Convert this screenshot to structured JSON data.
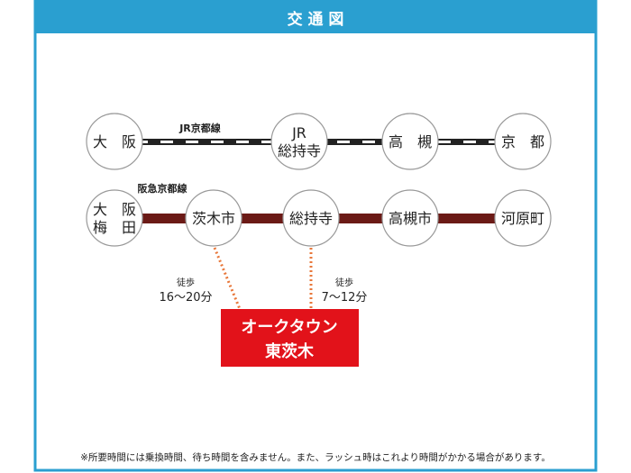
{
  "title": "交 通 図",
  "colors": {
    "frame": "#2a9fd0",
    "hankyu": "#6b1a16",
    "jr": "#222222",
    "highlight": "#e2121a",
    "walk": "#e8773a"
  },
  "jr_line": {
    "name": "JR京都線",
    "stations": [
      {
        "lines": [
          "大　阪"
        ]
      },
      {
        "lines": [
          "JR",
          "総持寺"
        ]
      },
      {
        "lines": [
          "高　槻"
        ]
      },
      {
        "lines": [
          "京　都"
        ]
      }
    ]
  },
  "hankyu_line": {
    "name": "阪急京都線",
    "stations": [
      {
        "lines": [
          "大　阪",
          "梅　田"
        ]
      },
      {
        "lines": [
          "茨木市"
        ]
      },
      {
        "lines": [
          "総持寺"
        ]
      },
      {
        "lines": [
          "高槻市"
        ]
      },
      {
        "lines": [
          "河原町"
        ]
      }
    ]
  },
  "walks": [
    {
      "label": "徒歩",
      "time": "16〜20分"
    },
    {
      "label": "徒歩",
      "time": "7〜12分"
    }
  ],
  "destination": {
    "line1": "オークタウン",
    "line2": "東茨木"
  },
  "footnote": "※所要時間には乗換時間、待ち時間を含みません。また、ラッシュ時はこれより時間がかかる場合があります。"
}
